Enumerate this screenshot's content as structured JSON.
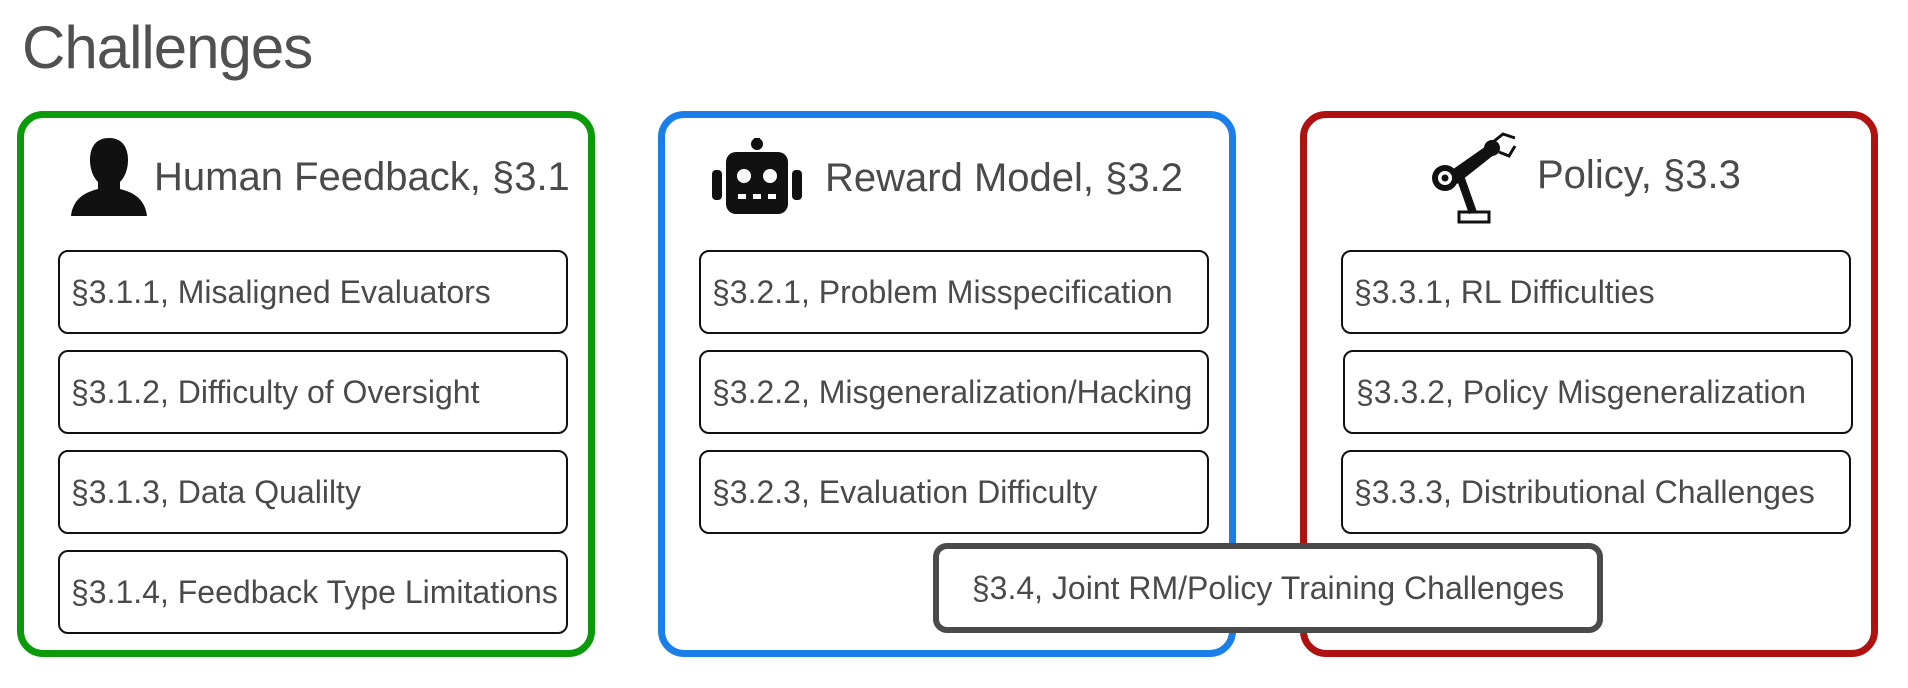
{
  "title": "Challenges",
  "colors": {
    "human": "#0a9a0a",
    "reward": "#1a7fe8",
    "policy": "#b01212",
    "joint": "#4a4a4a"
  },
  "columns": [
    {
      "id": "human",
      "heading": "Human Feedback, §3.1",
      "icon": "person-silhouette-icon",
      "items": [
        "§3.1.1, Misaligned Evaluators",
        "§3.1.2, Difficulty of Oversight",
        "§3.1.3, Data Qualilty",
        "§3.1.4, Feedback Type Limitations"
      ]
    },
    {
      "id": "reward",
      "heading": "Reward Model, §3.2",
      "icon": "robot-head-icon",
      "items": [
        "§3.2.1, Problem Misspecification",
        "§3.2.2, Misgeneralization/Hacking",
        "§3.2.3, Evaluation Difficulty"
      ]
    },
    {
      "id": "policy",
      "heading": "Policy, §3.3",
      "icon": "robot-arm-icon",
      "items": [
        "§3.3.1, RL Difficulties",
        "§3.3.2, Policy Misgeneralization",
        "§3.3.3, Distributional Challenges"
      ]
    }
  ],
  "joint": "§3.4, Joint RM/Policy Training Challenges"
}
